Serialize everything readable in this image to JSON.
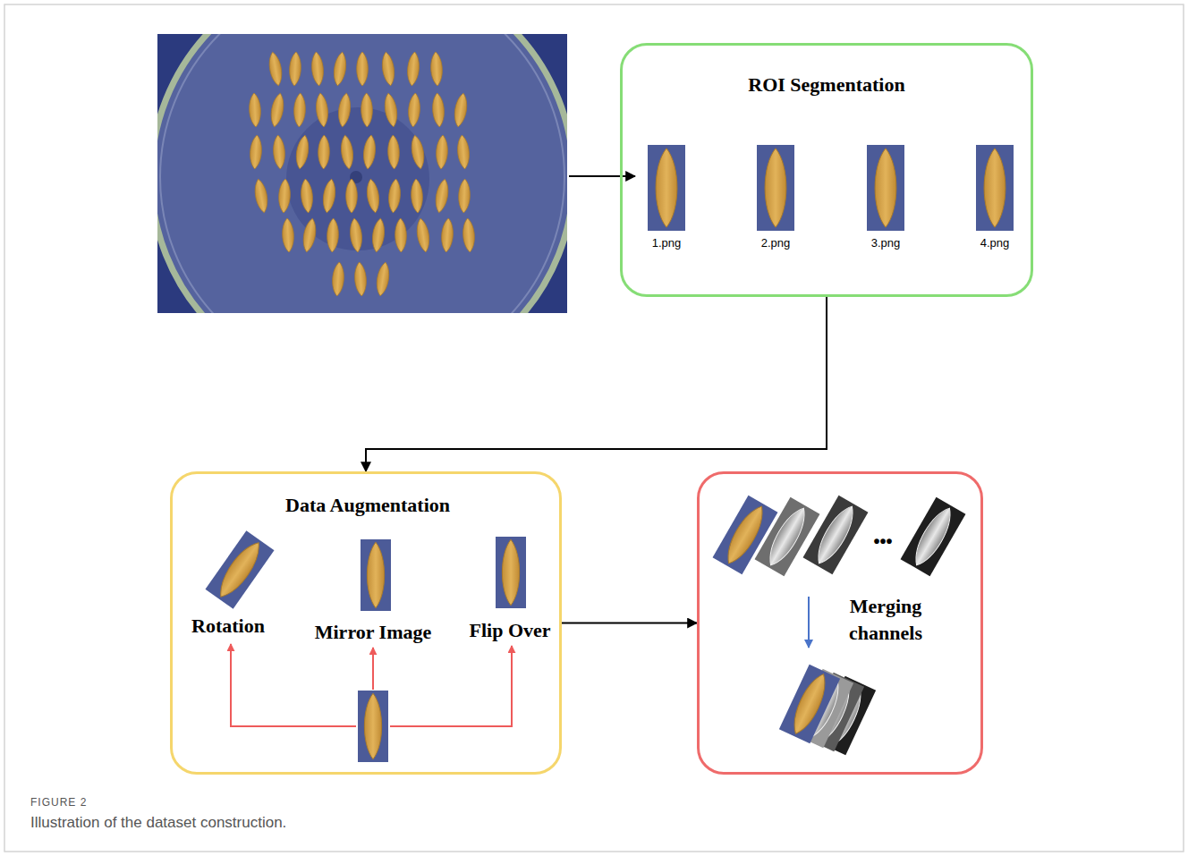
{
  "diagram": {
    "caption": "Illustration of the dataset construction.",
    "nodes": [
      {
        "text": [
          "ROI Segmentation",
          "1.png",
          "2.png",
          "3.png",
          "4.png"
        ]
      },
      {
        "text": [
          "Data Augmentation",
          "Rotation",
          "Mirror Image",
          "Flip Over"
        ]
      },
      {
        "text": [
          "•••",
          "Merging channels"
        ]
      }
    ],
    "edges": [
      {
        "from": 0,
        "to": 1,
        "arrow": "to"
      },
      {
        "from": 1,
        "to": 2,
        "arrow": "to"
      }
    ],
    "labels": [
      "FIGURE 2"
    ]
  }
}
